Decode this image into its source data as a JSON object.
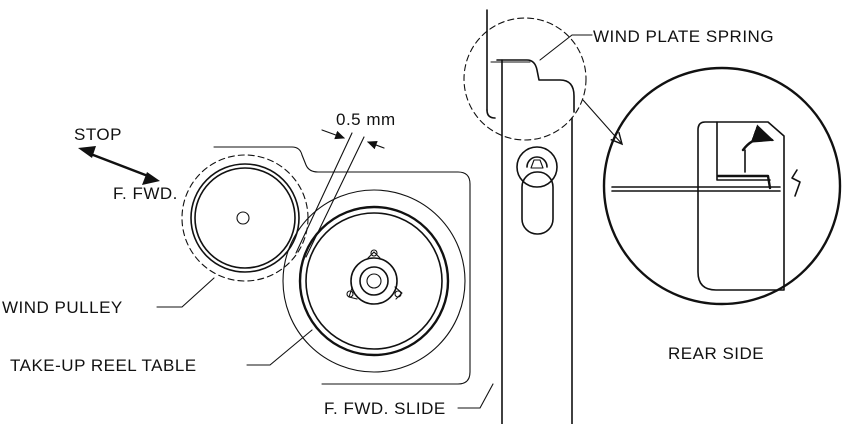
{
  "labels": {
    "wind_plate_spring": "WIND PLATE SPRING",
    "stop": "STOP",
    "f_fwd": "F. FWD.",
    "clearance": "0.5 mm",
    "wind_pulley": "WIND PULLEY",
    "take_up_reel_table": "TAKE-UP REEL TABLE",
    "f_fwd_slide": "F. FWD. SLIDE",
    "rear_side": "REAR SIDE"
  }
}
